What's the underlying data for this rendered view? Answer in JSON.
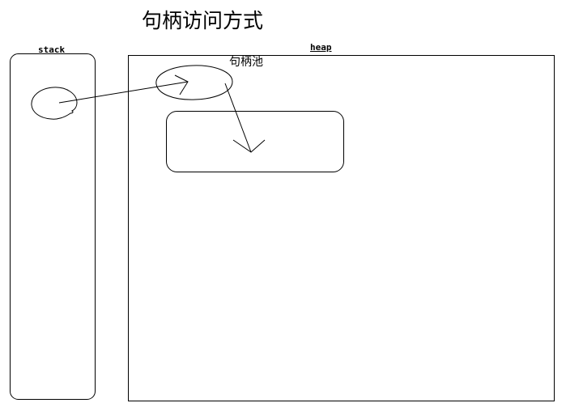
{
  "title": "句柄访问方式",
  "stack": {
    "label": "stack"
  },
  "heap": {
    "label": "heap"
  },
  "handle_pool": {
    "label": "句柄池"
  },
  "colors": {
    "line": "#000000",
    "background": "#ffffff"
  }
}
